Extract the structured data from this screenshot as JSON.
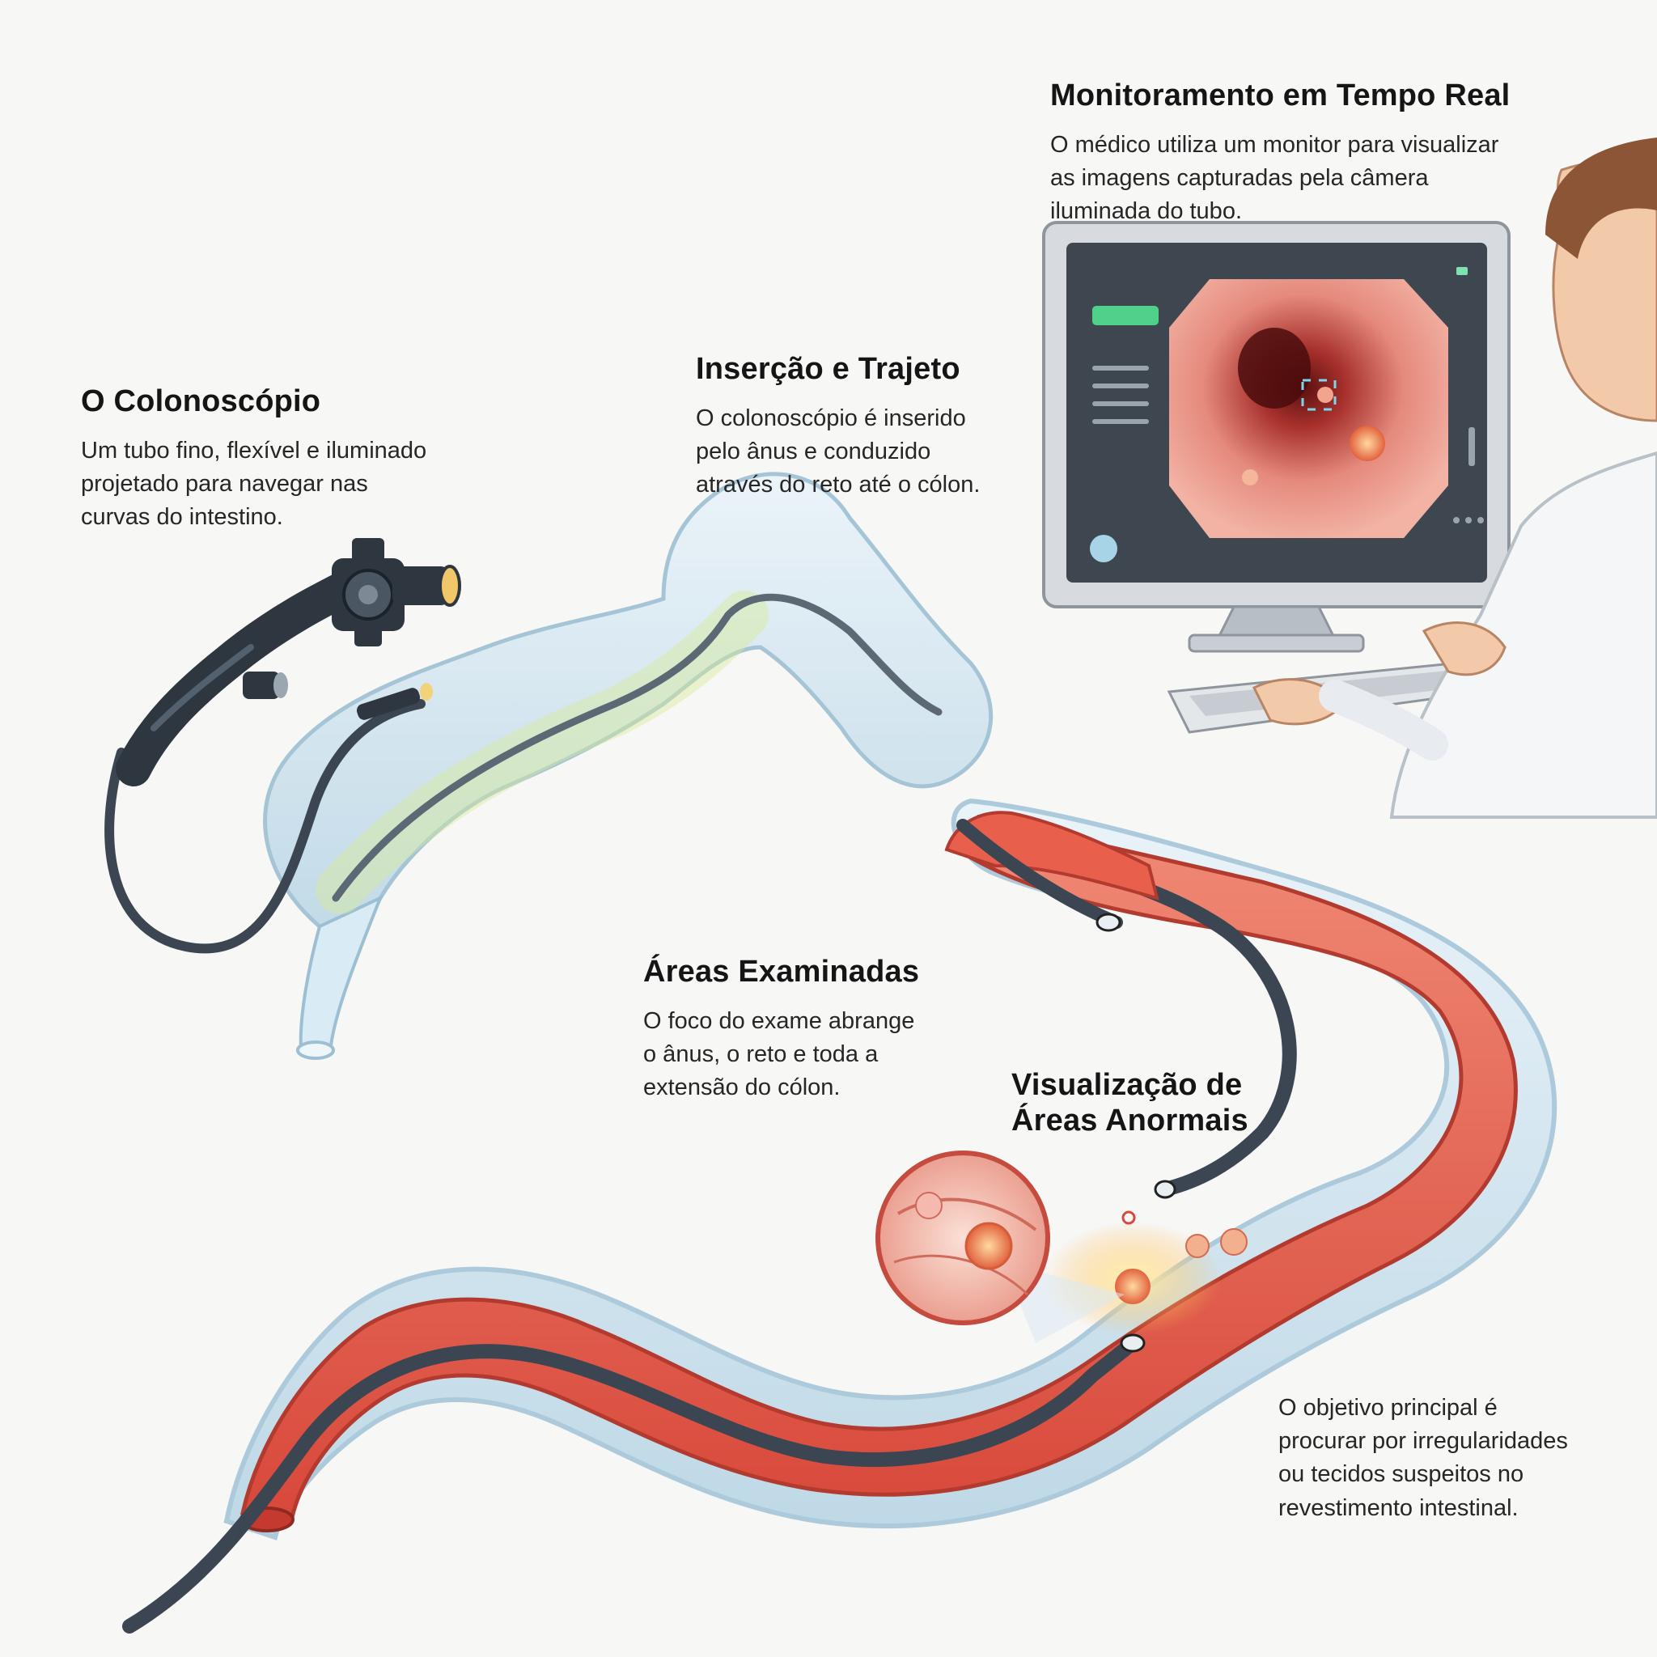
{
  "colors": {
    "background": "#f7f7f6",
    "tissue": "#e8604c",
    "scope_tube": "#3b4652",
    "membrane": "#cfe3ef",
    "highlight": "#ffb347"
  },
  "icons": [
    "endoscope-icon",
    "monitor-icon",
    "keyboard-icon",
    "doctor-icon",
    "magnifier-lesion-icon"
  ],
  "callouts": {
    "colonoscope": {
      "title": "O Colonoscópio",
      "body": "Um tubo fino, flexível e iluminado\nprojetado para navegar nas\ncurvas do intestino."
    },
    "insertion": {
      "title": "Inserção e Trajeto",
      "body": "O colonoscópio é inserido\npelo ânus e conduzido\natravés do reto até o cólon."
    },
    "monitoring": {
      "title": "Monitoramento em Tempo Real",
      "body": "O médico utiliza um monitor para visualizar\nas imagens capturadas pela câmera\niluminada do tubo."
    },
    "areas": {
      "title": "Áreas Examinadas",
      "body": "O foco do exame abrange\no ânus, o reto e toda a\nextensão do cólon."
    },
    "abnormal": {
      "title": "Visualização de\nÁreas Anormais"
    },
    "objective": {
      "body": "O objetivo principal é\nprocurar por irregularidades\nou tecidos suspeitos no\nrevestimento intestinal."
    }
  }
}
